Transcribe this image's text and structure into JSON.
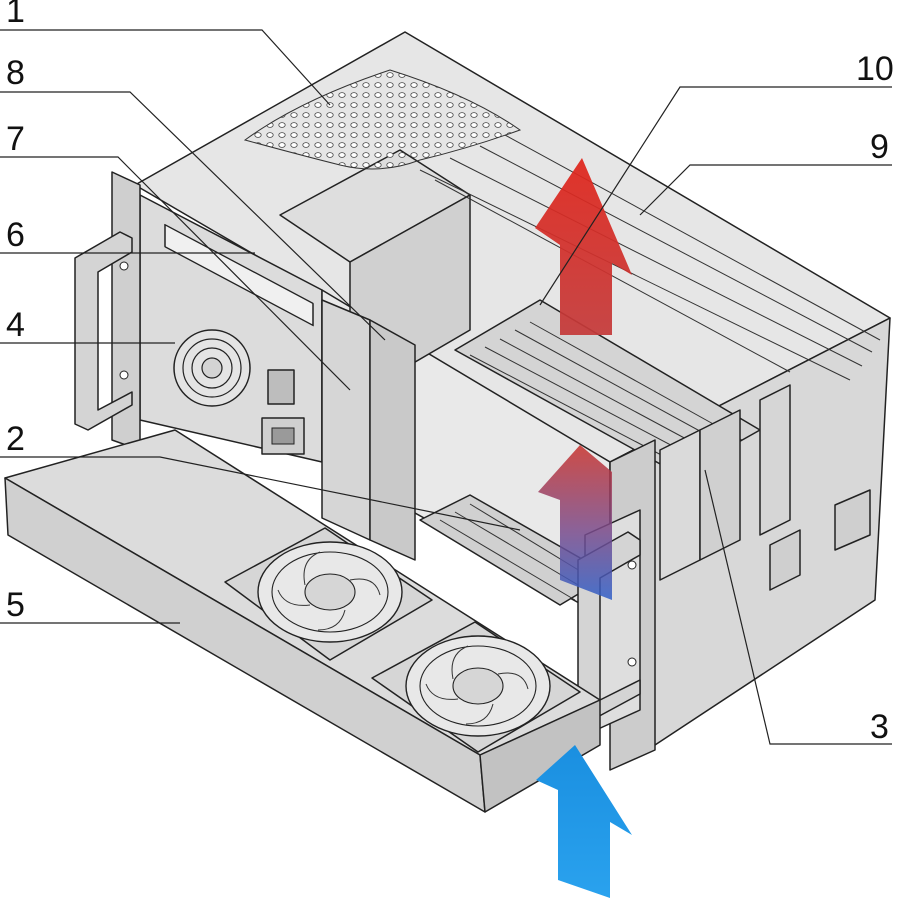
{
  "callouts": [
    {
      "id": "1",
      "text": "1"
    },
    {
      "id": "8",
      "text": "8"
    },
    {
      "id": "7",
      "text": "7"
    },
    {
      "id": "6",
      "text": "6"
    },
    {
      "id": "4",
      "text": "4"
    },
    {
      "id": "2",
      "text": "2"
    },
    {
      "id": "5",
      "text": "5"
    },
    {
      "id": "10",
      "text": "10"
    },
    {
      "id": "9",
      "text": "9"
    },
    {
      "id": "3",
      "text": "3"
    }
  ],
  "colors": {
    "hot_air_arrow": "#e0251b",
    "cool_air_arrow": "#1a8fe0",
    "chassis_light": "#e6e6e6",
    "chassis_mid": "#d2d2d2",
    "chassis_dark": "#b9b9b9"
  },
  "icons": [
    "fan-icon",
    "power-switch-icon",
    "power-socket-icon",
    "hot-air-arrow-icon",
    "cool-air-arrow-icon"
  ]
}
